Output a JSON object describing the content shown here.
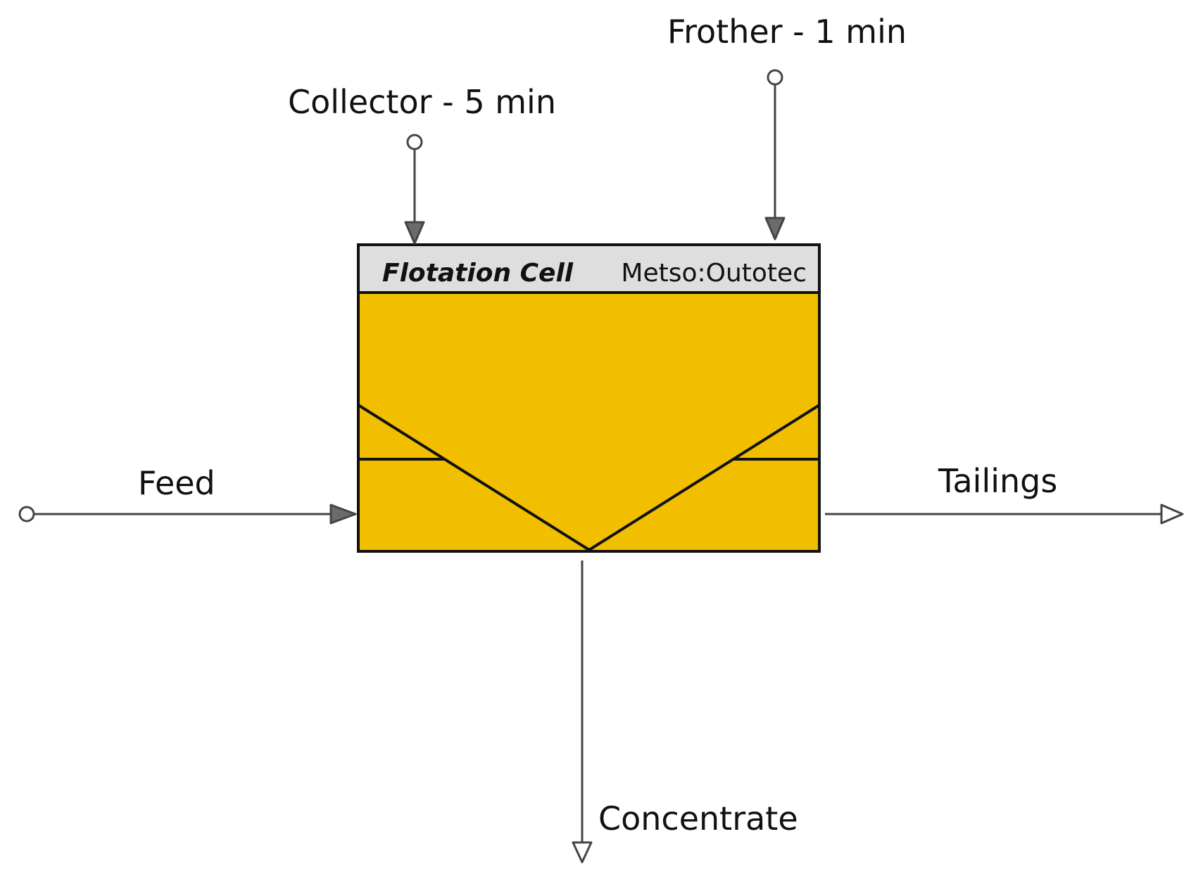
{
  "unit": {
    "title": "Flotation Cell",
    "brand": "Metso:Outotec",
    "colors": {
      "body": "#F2BE00",
      "header": "#DEDEDE",
      "border": "#111111"
    }
  },
  "streams": {
    "feed": {
      "label": "Feed"
    },
    "collector": {
      "label": "Collector - 5 min"
    },
    "frother": {
      "label": "Frother - 1 min"
    },
    "tailings": {
      "label": "Tailings"
    },
    "concentrate": {
      "label": "Concentrate"
    }
  }
}
